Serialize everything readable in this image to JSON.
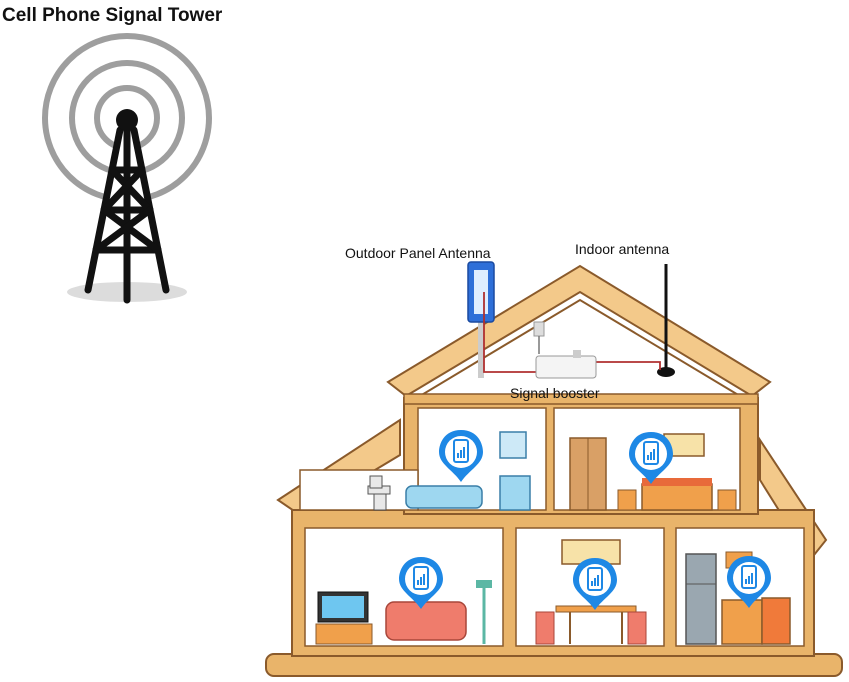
{
  "title": "Cell Phone Signal Tower",
  "labels": {
    "outdoor_antenna": "Outdoor Panel Antenna",
    "indoor_antenna": "Indoor antenna",
    "signal_booster": "Signal booster"
  },
  "colors": {
    "wall": "#e9b46a",
    "wall_stroke": "#8a5a2b",
    "roof": "#f3c98a",
    "cable": "#b03030",
    "pin": "#1e88e5",
    "tower": "#111111",
    "rings": "#9e9e9e"
  },
  "icons": [
    "cell-tower-icon",
    "signal-waves-icon",
    "phone-signal-pin-icon"
  ],
  "rooms": [
    "bathroom",
    "bedroom",
    "living-room",
    "dining-room",
    "kitchen"
  ]
}
